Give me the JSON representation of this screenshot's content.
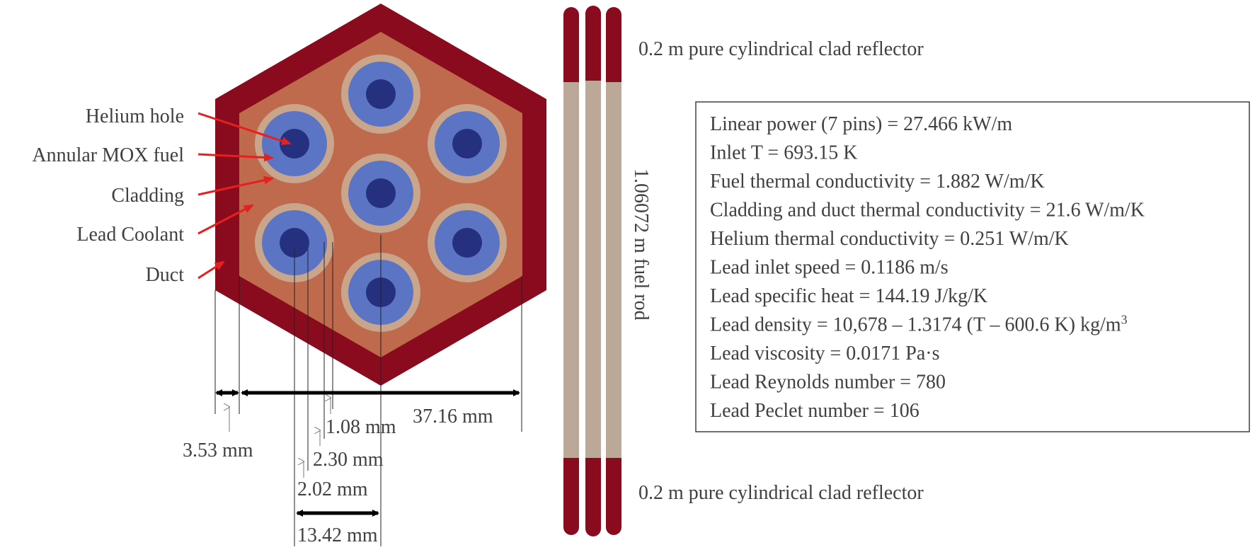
{
  "labels": {
    "helium_hole": "Helium hole",
    "annular_mox_fuel": "Annular MOX fuel",
    "cladding": "Cladding",
    "lead_coolant": "Lead Coolant",
    "duct": "Duct"
  },
  "dimensions": {
    "duct_thickness": "3.53 mm",
    "flat_to_flat": "37.16 mm",
    "dim_1": "1.08 mm",
    "dim_2": "2.30 mm",
    "dim_3": "2.02 mm",
    "pitch": "13.42 mm"
  },
  "rods": {
    "top_reflector": "0.2 m pure cylindrical clad reflector",
    "bottom_reflector": "0.2 m pure cylindrical clad reflector",
    "fuel_rod_length": "1.06072 m fuel rod"
  },
  "parameters": [
    "Linear power (7 pins) = 27.466 kW/m",
    "Inlet T = 693.15 K",
    "Fuel thermal conductivity = 1.882 W/m/K",
    "Cladding and duct thermal conductivity = 21.6 W/m/K",
    "Helium thermal conductivity = 0.251 W/m/K",
    "Lead inlet speed = 0.1186 m/s",
    "Lead specific heat = 144.19 J/kg/K",
    "Lead density = 10,678 – 1.3174 (T – 600.6 K) kg/m",
    "Lead viscosity = 0.0171 Pa·s",
    "Lead Reynolds number = 780",
    "Lead Peclet number = 106"
  ],
  "density_superscript": "3",
  "colors": {
    "duct": "#8a0a1e",
    "coolant": "#bf6a4c",
    "cladding": "#c9a58c",
    "fuel": "#5b74c4",
    "helium": "#25317f",
    "rod_body": "#bba898",
    "arrow": "#e5201f",
    "text": "#404040"
  }
}
